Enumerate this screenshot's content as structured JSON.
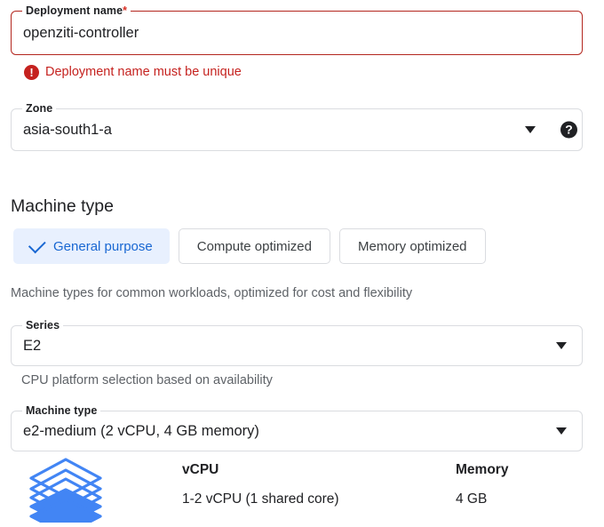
{
  "deployment_name_field": {
    "label": "Deployment name",
    "required_marker": "*",
    "value": "openziti-controller",
    "error": {
      "icon": "error-exclamation-icon",
      "message": "Deployment name must be unique"
    }
  },
  "zone_field": {
    "label": "Zone",
    "value": "asia-south1-a",
    "dropdown_icon": "chevron-down-icon",
    "help_icon": "help-question-icon",
    "help_glyph": "?"
  },
  "machine_type_section": {
    "heading": "Machine type",
    "family_buttons": [
      {
        "label": "General purpose",
        "selected": true,
        "icon": "check-icon"
      },
      {
        "label": "Compute optimized",
        "selected": false
      },
      {
        "label": "Memory optimized",
        "selected": false
      }
    ],
    "family_helper_text": "Machine types for common workloads, optimized for cost and flexibility",
    "series_field": {
      "label": "Series",
      "value": "E2",
      "dropdown_icon": "chevron-down-icon"
    },
    "series_helper_text": "CPU platform selection based on availability",
    "machine_type_field": {
      "label": "Machine type",
      "value": "e2-medium (2 vCPU, 4 GB memory)",
      "dropdown_icon": "chevron-down-icon"
    },
    "specs": {
      "icon": "machine-stack-icon",
      "columns": [
        {
          "header": "vCPU",
          "value": "1-2 vCPU (1 shared core)"
        },
        {
          "header": "Memory",
          "value": "4 GB"
        }
      ]
    }
  },
  "colors": {
    "error_red": "#c5221f",
    "error_border": "#b3261e",
    "accent_blue": "#1967d2",
    "selected_chip_bg": "#e8f0fe",
    "text_primary": "#202124",
    "text_secondary": "#5f6368",
    "field_border": "#dadce0",
    "stack_icon_blue": "#4285f4"
  }
}
